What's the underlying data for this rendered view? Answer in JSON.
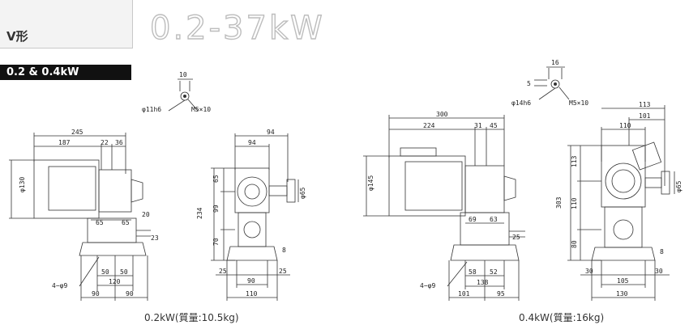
{
  "header": {
    "type_label": "V形",
    "power_range": "0.2-37kW",
    "section_title": "0.2 & 0.4kW"
  },
  "colors": {
    "line": "#333333",
    "bar": "#111111",
    "range_title": "#bdbdbd"
  },
  "left_drawing": {
    "shaft": {
      "diameter": "φ11h6",
      "thread": "M5×10",
      "key_width": "10"
    },
    "side_view": {
      "overall": "245",
      "length_a": "187",
      "length_b": "22",
      "length_c": "36",
      "motor_dia": "φ130",
      "dim_65a": "65",
      "dim_65b": "65",
      "dim_20": "20",
      "dim_23": "23",
      "holes": "4−φ9",
      "dim_50a": "50",
      "dim_50b": "50",
      "dim_120": "120",
      "dim_90a": "90",
      "dim_90b": "90"
    },
    "end_view": {
      "width_94a": "94",
      "width_94b": "94",
      "height_234": "234",
      "dim_65": "65",
      "dim_99": "99",
      "dim_70": "70",
      "shaft_dia": "φ65",
      "dim_8": "8",
      "dim_25a": "25",
      "dim_25b": "25",
      "dim_90": "90",
      "dim_110": "110"
    },
    "caption": "0.2kW(質量:10.5kg)"
  },
  "right_drawing": {
    "shaft": {
      "diameter": "φ14h6",
      "thread": "M5×10",
      "key_width": "16",
      "key_height": "5"
    },
    "side_view": {
      "overall": "300",
      "length_a": "224",
      "length_b": "31",
      "length_c": "45",
      "motor_dia": "φ145",
      "dim_69": "69",
      "dim_63": "63",
      "dim_25": "25",
      "holes": "4−φ9",
      "dim_58": "58",
      "dim_52": "52",
      "dim_138": "138",
      "dim_101": "101",
      "dim_95": "95"
    },
    "end_view": {
      "width_113": "113",
      "width_101": "101",
      "width_110": "110",
      "height_303": "303",
      "dim_113v": "113",
      "dim_110v": "110",
      "dim_80": "80",
      "shaft_dia": "φ65",
      "dim_8": "8",
      "dim_30a": "30",
      "dim_30b": "30",
      "dim_105": "105",
      "dim_130": "130"
    },
    "caption": "0.4kW(質量:16kg)"
  }
}
